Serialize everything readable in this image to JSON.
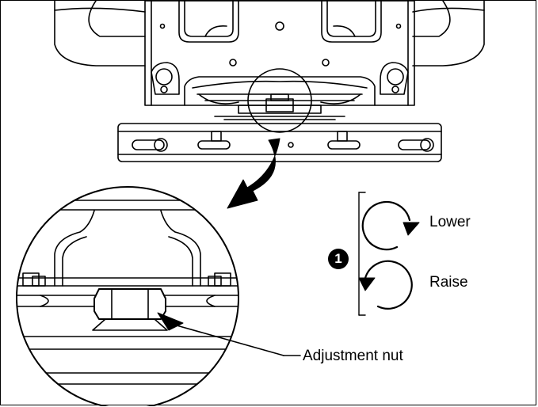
{
  "diagram": {
    "step_number": "1",
    "labels": {
      "lower": "Lower",
      "raise": "Raise",
      "adjustment_nut": "Adjustment nut"
    },
    "colors": {
      "line": "#000000",
      "background": "#ffffff"
    }
  }
}
